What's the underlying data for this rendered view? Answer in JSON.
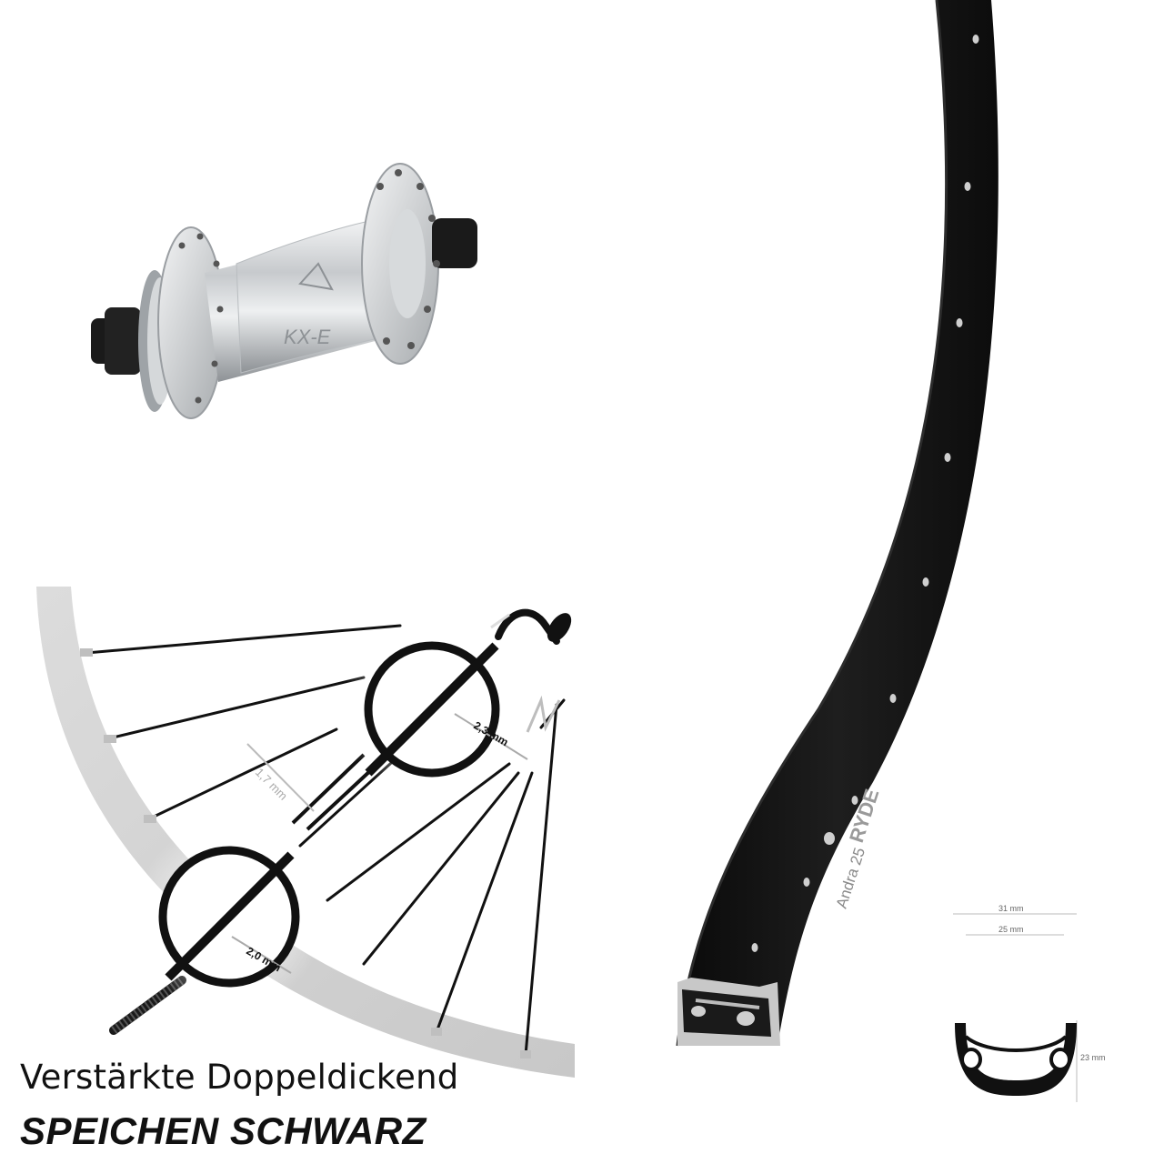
{
  "hub": {
    "brand_mark": "KX-E"
  },
  "rim": {
    "brand": "RYDE",
    "model": "Andra 25"
  },
  "spoke": {
    "thickness_end_top": "2,3 mm",
    "thickness_middle": "1,7 mm",
    "thickness_end_bottom": "2,0 mm"
  },
  "profile": {
    "outer_width": "31 mm",
    "inner_width": "25 mm",
    "height": "23 mm"
  },
  "headline": {
    "line1": "Verstärkte Doppeldickend",
    "line2": "SPEICHEN SCHWARZ"
  },
  "colors": {
    "rim": "#111111",
    "hub": "#c8cbcf",
    "arc": "#d6d6d6"
  }
}
